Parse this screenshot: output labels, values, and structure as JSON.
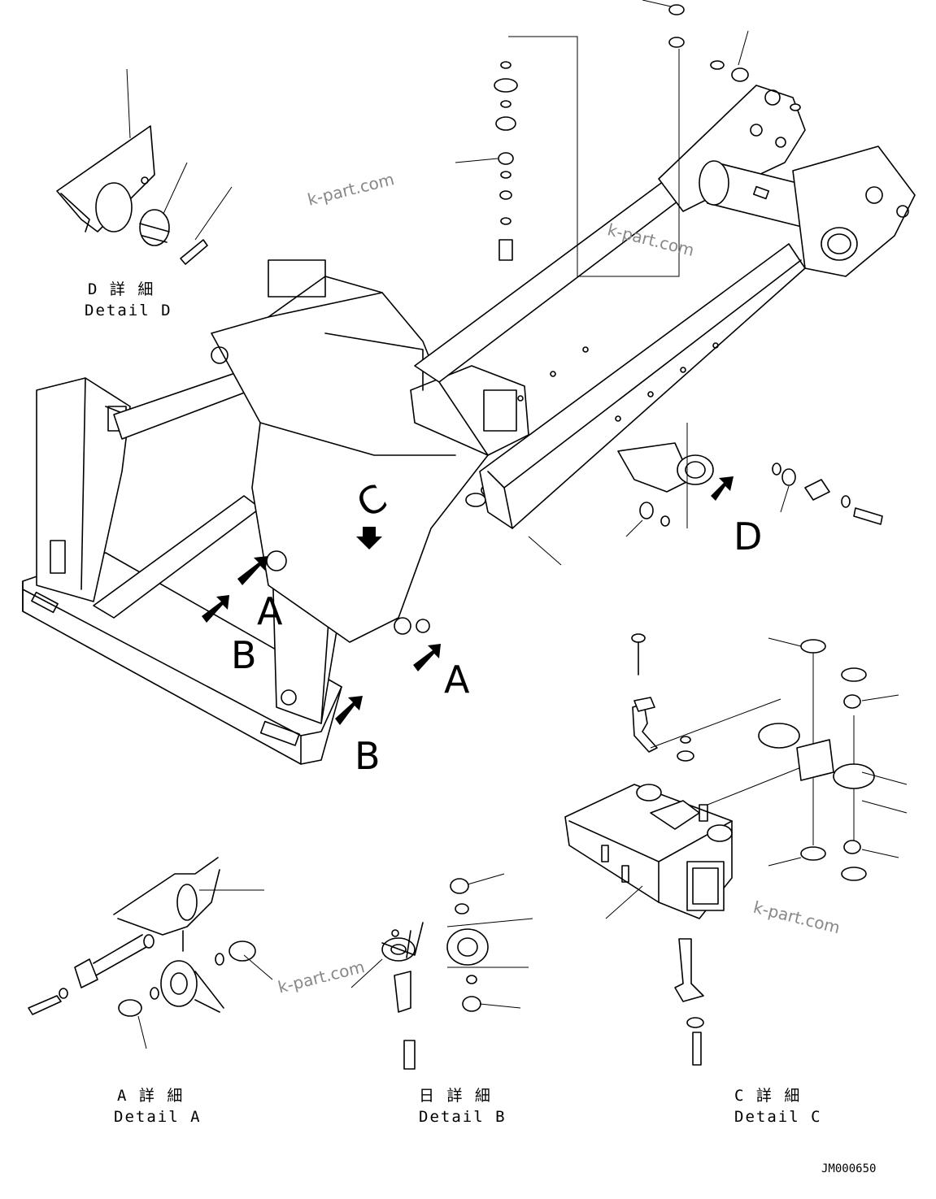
{
  "callouts": {
    "A1": "A",
    "A2": "A",
    "B1": "B",
    "B2": "B",
    "C": "C",
    "D": "D"
  },
  "details": {
    "A": {
      "jp": "A 詳 細",
      "en": "Detail A"
    },
    "B": {
      "jp": "日 詳 細",
      "en": "Detail B"
    },
    "C": {
      "jp": "C 詳 細",
      "en": "Detail C"
    },
    "D": {
      "jp": "D 詳 細",
      "en": "Detail D"
    }
  },
  "watermark": "k-part.com",
  "drawing_code": "JM000650"
}
